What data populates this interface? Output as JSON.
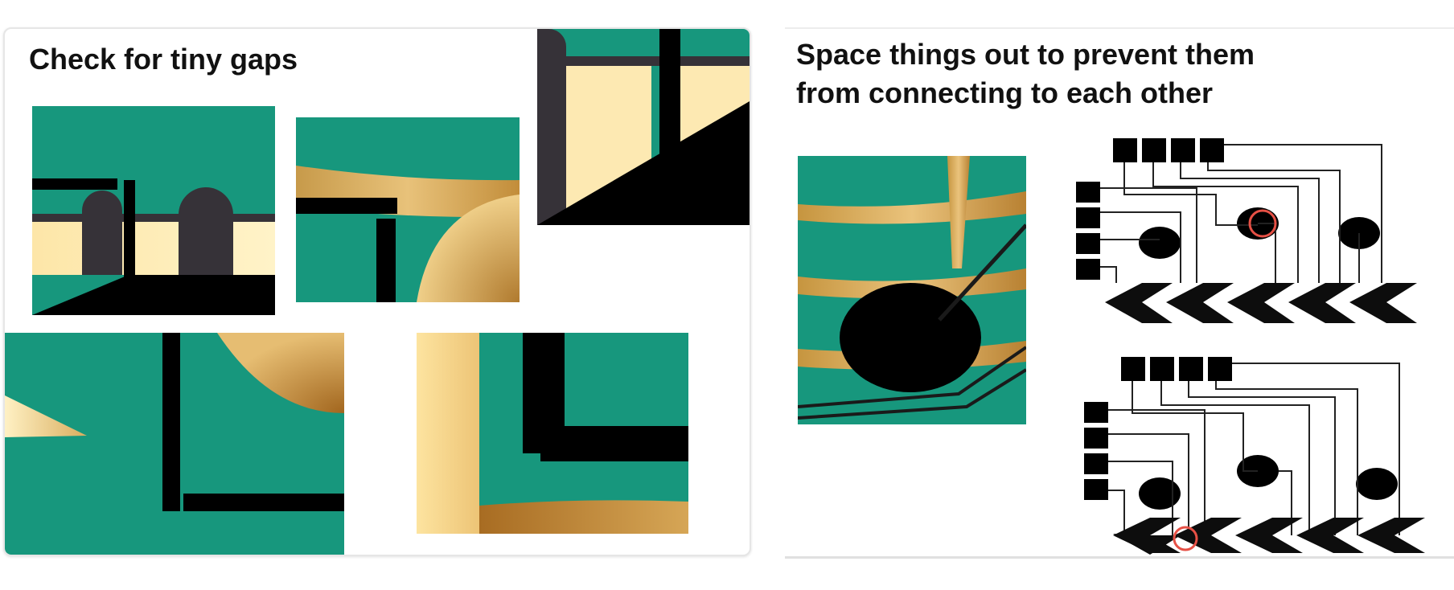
{
  "panels": {
    "left": {
      "title": "Check for tiny gaps"
    },
    "right": {
      "title_line1": "Space things out to prevent them",
      "title_line2": "from connecting to each other"
    }
  },
  "colors": {
    "teal": "#1a9a80",
    "cream": "#fde9b2",
    "gold": "#c49342",
    "dark_gray": "#363238",
    "black": "#000000",
    "highlight_red": "#e65045"
  },
  "icons": {
    "gap_highlight": "red-circle-icon"
  }
}
